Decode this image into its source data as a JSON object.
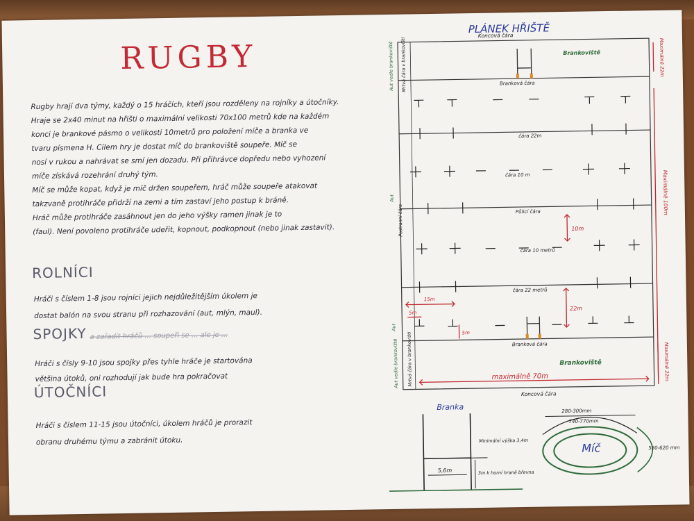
{
  "poster": {
    "title": "RUGBY",
    "intro": [
      "Rugby hrají dva týmy, každý o 15 hráčích, kteří jsou rozděleny na rojníky a útočníky.",
      "Hraje se 2x40 minut na hřišti o maximální velikosti 70x100 metrů kde na každém",
      "konci je brankové pásmo o velikosti 10metrů pro položení míče a branka ve",
      "tvaru písmena H. Cílem hry je dostat míč do brankoviště soupeře. Míč se",
      "nosí v rukou a nahrávat se smí jen dozadu. Při přihrávce dopředu nebo vyhození",
      "míče získává rozehrání druhý tým.",
      "Míč se může kopat, když je míč držen soupeřem, hráč může soupeře atakovat",
      "takzvaně protihráče přidrží na zemi a tím zastaví jeho postup k bráně.",
      "Hráč může protihráče zasáhnout jen do jeho výšky ramen jinak je to",
      "(faul). Není povoleno protihráče udeřit, kopnout, podkopnout (nebo jinak zastavit)."
    ],
    "sections": [
      {
        "heading": "ROLNÍCI",
        "lines": [
          "Hráči s číslem 1-8 jsou rojníci jejich nejdůležitějším úkolem je",
          "dostat balón na svou stranu při rozhazování (aut, mlýn, maul)."
        ]
      },
      {
        "heading": "SPOJKY",
        "lines": [
          "Hráči s čísly 9-10 jsou spojky přes tyhle hráče je startována",
          "většina útoků, oni rozhodují jak bude hra pokračovat"
        ]
      },
      {
        "heading": "ÚTOČNÍCI",
        "lines": [
          "Hráči s číslem 11-15 jsou útočníci, úkolem hráčů je prorazit",
          "obranu druhému týmu a zabránit útoku."
        ]
      }
    ],
    "faint_note": "a zařadit hráčů ... soupeři se ... ale je ... "
  },
  "field": {
    "heading": "PLÁNEK HŘIŠTĚ",
    "lines": {
      "top_end": "Koncová čára",
      "goal_top": "Branková čára",
      "l22_top": "čára 22m",
      "l10_top": "čára 10 m",
      "half": "Půlicí čára",
      "l10_bot": "čára 10 metrů",
      "l22_bot": "čára 22 metrů",
      "goal_bot": "Branková čára",
      "bottom_end": "Koncová čára"
    },
    "zones": {
      "top": "Brankoviště",
      "bottom": "Brankoviště"
    },
    "side_labels": {
      "aut_vedle_top": "Aut vedle brankoviště",
      "mrtva_top": "Mrtvá čára v brankovišti",
      "aut_mid": "Aut",
      "postranni": "Postranní čára",
      "aut_low": "Aut",
      "aut_vedle_bot": "Aut vedle brankoviště",
      "mrtva_bot": "Mrtvá čára v brankovišti"
    },
    "dims": {
      "top_zone": "Maximálně 22m",
      "length": "Maximálně 100m",
      "bottom_zone": "Maximálně 22m",
      "width": "maximálně 70m",
      "ten": "10m",
      "twentytwo": "22m",
      "fifteen": "15m",
      "five_a": "5m",
      "five_b": "5m"
    }
  },
  "goalpost": {
    "heading": "Branka",
    "min_height": "Minimální výška 3,4m",
    "width": "5,6m",
    "crossbar": "3m k horní hraně břevna"
  },
  "ball": {
    "label": "Míč",
    "outer": "280-300mm",
    "inner": "740-770mm",
    "side": "580-620 mm"
  },
  "colors": {
    "title": "#c22a36",
    "ink": "#2a2a34",
    "heading_blue": "#2a3a9a",
    "green": "#2f6a3a",
    "red": "#c2262e"
  }
}
